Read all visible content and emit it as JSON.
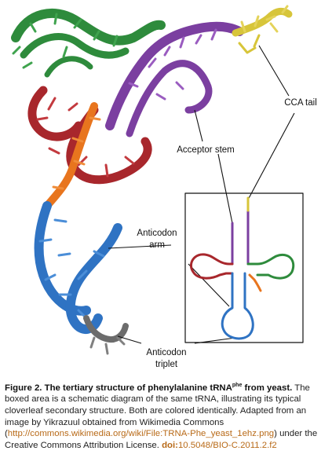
{
  "labels": {
    "cca_tail": "CCA tail",
    "acceptor_stem": "Acceptor stem",
    "anticodon_arm_line1": "Anticodon",
    "anticodon_arm_line2": "arm",
    "anticodon_triplet_line1": "Anticodon",
    "anticodon_triplet_line2": "triplet"
  },
  "colors": {
    "acceptor_stem": "#7b3fa0",
    "cca_tail": "#d7c53a",
    "d_arm": "#a8272c",
    "anticodon_arm": "#2f73c3",
    "anticodon_triplet": "#6c6c6c",
    "variable_loop": "#e8751e",
    "t_arm": "#2e8b3c",
    "link": "#b86a18"
  },
  "caption": {
    "title_prefix": "Figure 2. The tertiary structure of phenylalanine tRNA",
    "title_sup": "phe",
    "title_suffix": " from yeast.",
    "body": " The boxed area is a schematic diagram of the same tRNA, illustrating its typical cloverleaf secondary structure. Both are colored identically. Adapted from an image by Yikrazuul obtained from Wikimedia Commons (",
    "link": "http://commons.wikimedia.org/wiki/File:TRNA-Phe_yeast_1ehz.png",
    "after_link": ") under the Creative Commons Attribution License. ",
    "doi_label": "doi:",
    "doi_value": "10.5048/BIO-C.2011.2.f2"
  }
}
